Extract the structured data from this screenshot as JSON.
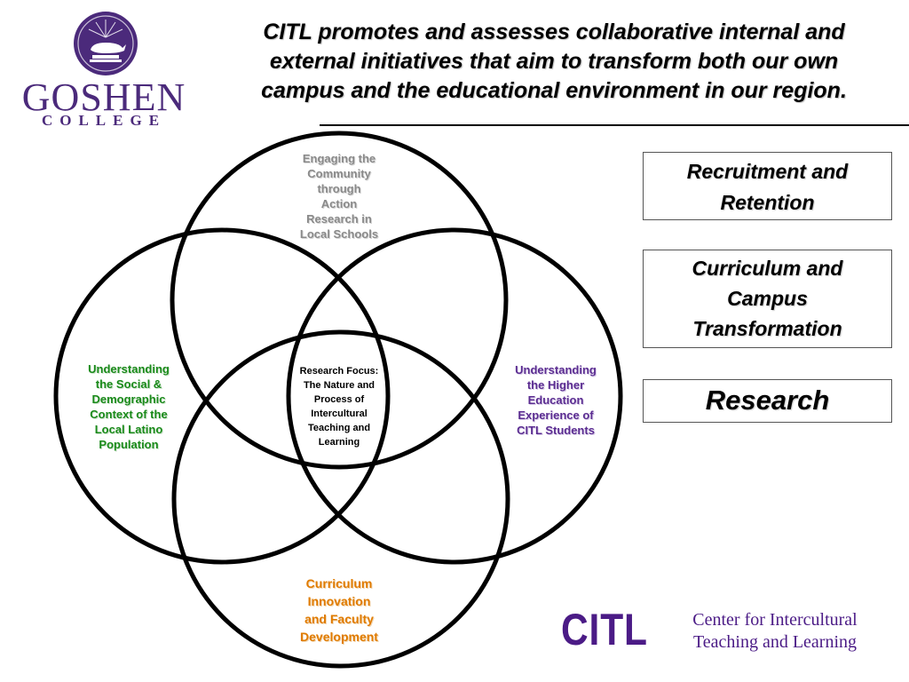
{
  "logo": {
    "name": "GOSHEN",
    "subname": "COLLEGE",
    "color": "#4b2a7b"
  },
  "headline": {
    "lines": [
      "CITL promotes and assesses collaborative internal and",
      "external initiatives that aim to transform both our own",
      "campus and the educational environment in our region."
    ]
  },
  "venn": {
    "top_circle": {
      "lines": [
        "Engaging the",
        "Community",
        "through",
        "Action",
        "Research in",
        "Local Schools"
      ],
      "color": "#8a8a8a"
    },
    "left_circle": {
      "lines": [
        "Understanding",
        "the Social &",
        "Demographic",
        "Context of the",
        "Local Latino",
        "Population"
      ],
      "color": "#1a8a1a"
    },
    "right_circle": {
      "lines": [
        "Understanding",
        "the Higher",
        "Education",
        "Experience of",
        "CITL Students"
      ],
      "color": "#5b2d91"
    },
    "bottom_circle": {
      "lines": [
        "Curriculum",
        "Innovation",
        "and Faculty",
        "Development"
      ],
      "color": "#e07b00"
    },
    "center": {
      "lines": [
        "Research Focus:",
        "The Nature and",
        "Process of",
        "Intercultural",
        "Teaching and",
        "Learning"
      ]
    }
  },
  "side_boxes": {
    "recruitment": {
      "lines": [
        "Recruitment and",
        "Retention"
      ]
    },
    "curriculum": {
      "lines": [
        "Curriculum and",
        "Campus",
        "Transformation"
      ]
    },
    "research": {
      "lines": [
        "Research"
      ]
    }
  },
  "footer": {
    "acronym": "CITL",
    "full_name_lines": [
      "Center for Intercultural",
      "Teaching and Learning"
    ],
    "color": "#4b1b86"
  }
}
